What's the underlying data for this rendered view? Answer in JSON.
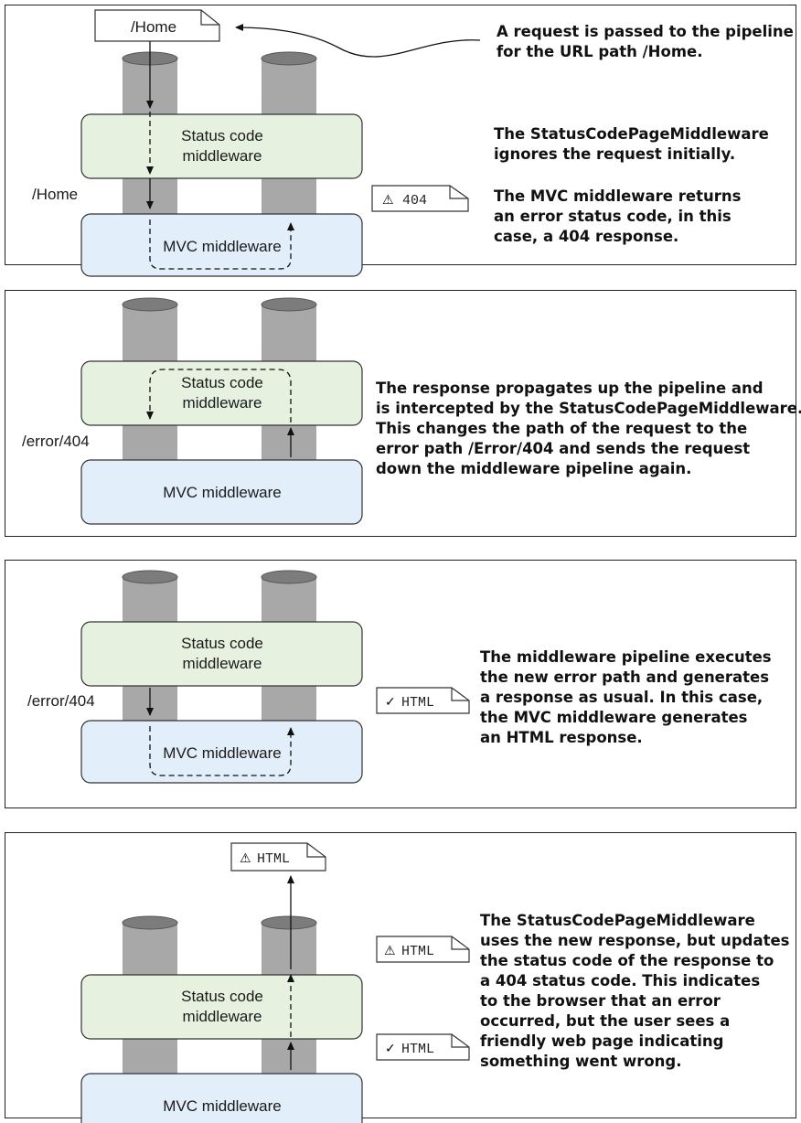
{
  "labels": {
    "status_mw_line1": "Status code",
    "status_mw_line2": "middleware",
    "mvc_mw": "MVC middleware"
  },
  "panel1": {
    "path_doc": "/Home",
    "side_path": "/Home",
    "response_doc": "404",
    "desc1": [
      "A request is passed to the pipeline",
      "for the URL path /Home."
    ],
    "desc2": [
      "The StatusCodePageMiddleware",
      "ignores the request initially."
    ],
    "desc3": [
      "The MVC middleware returns",
      "an error status code, in this",
      "case, a 404 response."
    ]
  },
  "panel2": {
    "side_path": "/error/404",
    "desc": [
      "The response propagates up the pipeline and",
      "is intercepted by the StatusCodePageMiddleware.",
      "This changes the path of the request to the",
      "error path /Error/404 and sends the request",
      "down the middleware pipeline again."
    ]
  },
  "panel3": {
    "side_path": "/error/404",
    "response_doc": "HTML",
    "desc": [
      "The middleware pipeline executes",
      "the new error path and generates",
      "a response as usual. In this case,",
      "the MVC middleware generates",
      "an HTML response."
    ]
  },
  "panel4": {
    "top_doc": "HTML",
    "upper_doc": "HTML",
    "lower_doc": "HTML",
    "desc": [
      "The StatusCodePageMiddleware",
      "uses the new response, but updates",
      "the status code of the response to",
      "a 404 status code. This indicates",
      "to the browser that an error",
      "occurred, but the user sees a",
      "friendly web page indicating",
      "something went wrong."
    ]
  },
  "icons": {
    "warning": "warning-triangle-icon",
    "check": "checkmark-icon"
  },
  "colors": {
    "status_fill": "#e6f1df",
    "mvc_fill": "#e2eef9",
    "pipe": "#a8a8a8",
    "pipe_top": "#7c7c7c"
  }
}
